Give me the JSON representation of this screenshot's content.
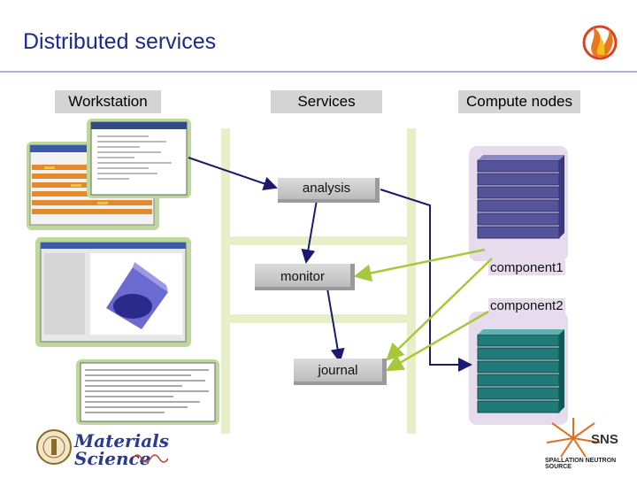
{
  "title": "Distributed services",
  "columns": {
    "workstation": "Workstation",
    "services": "Services",
    "compute_nodes": "Compute nodes"
  },
  "services": {
    "analysis": "analysis",
    "monitor": "monitor",
    "journal": "journal"
  },
  "components": {
    "component1": "component1",
    "component2": "component2"
  },
  "logos": {
    "materials_science": "Materials Science",
    "sns": "SNS",
    "sns_subtitle": "SPALLATION NEUTRON SOURCE"
  },
  "colors": {
    "title": "#1e2a8a",
    "arrow_dark": "#1a1a6e",
    "arrow_green": "#a8c83c",
    "lane_green": "#e6efc8",
    "node_purple": "#55549a",
    "node_teal": "#1f7a78"
  }
}
